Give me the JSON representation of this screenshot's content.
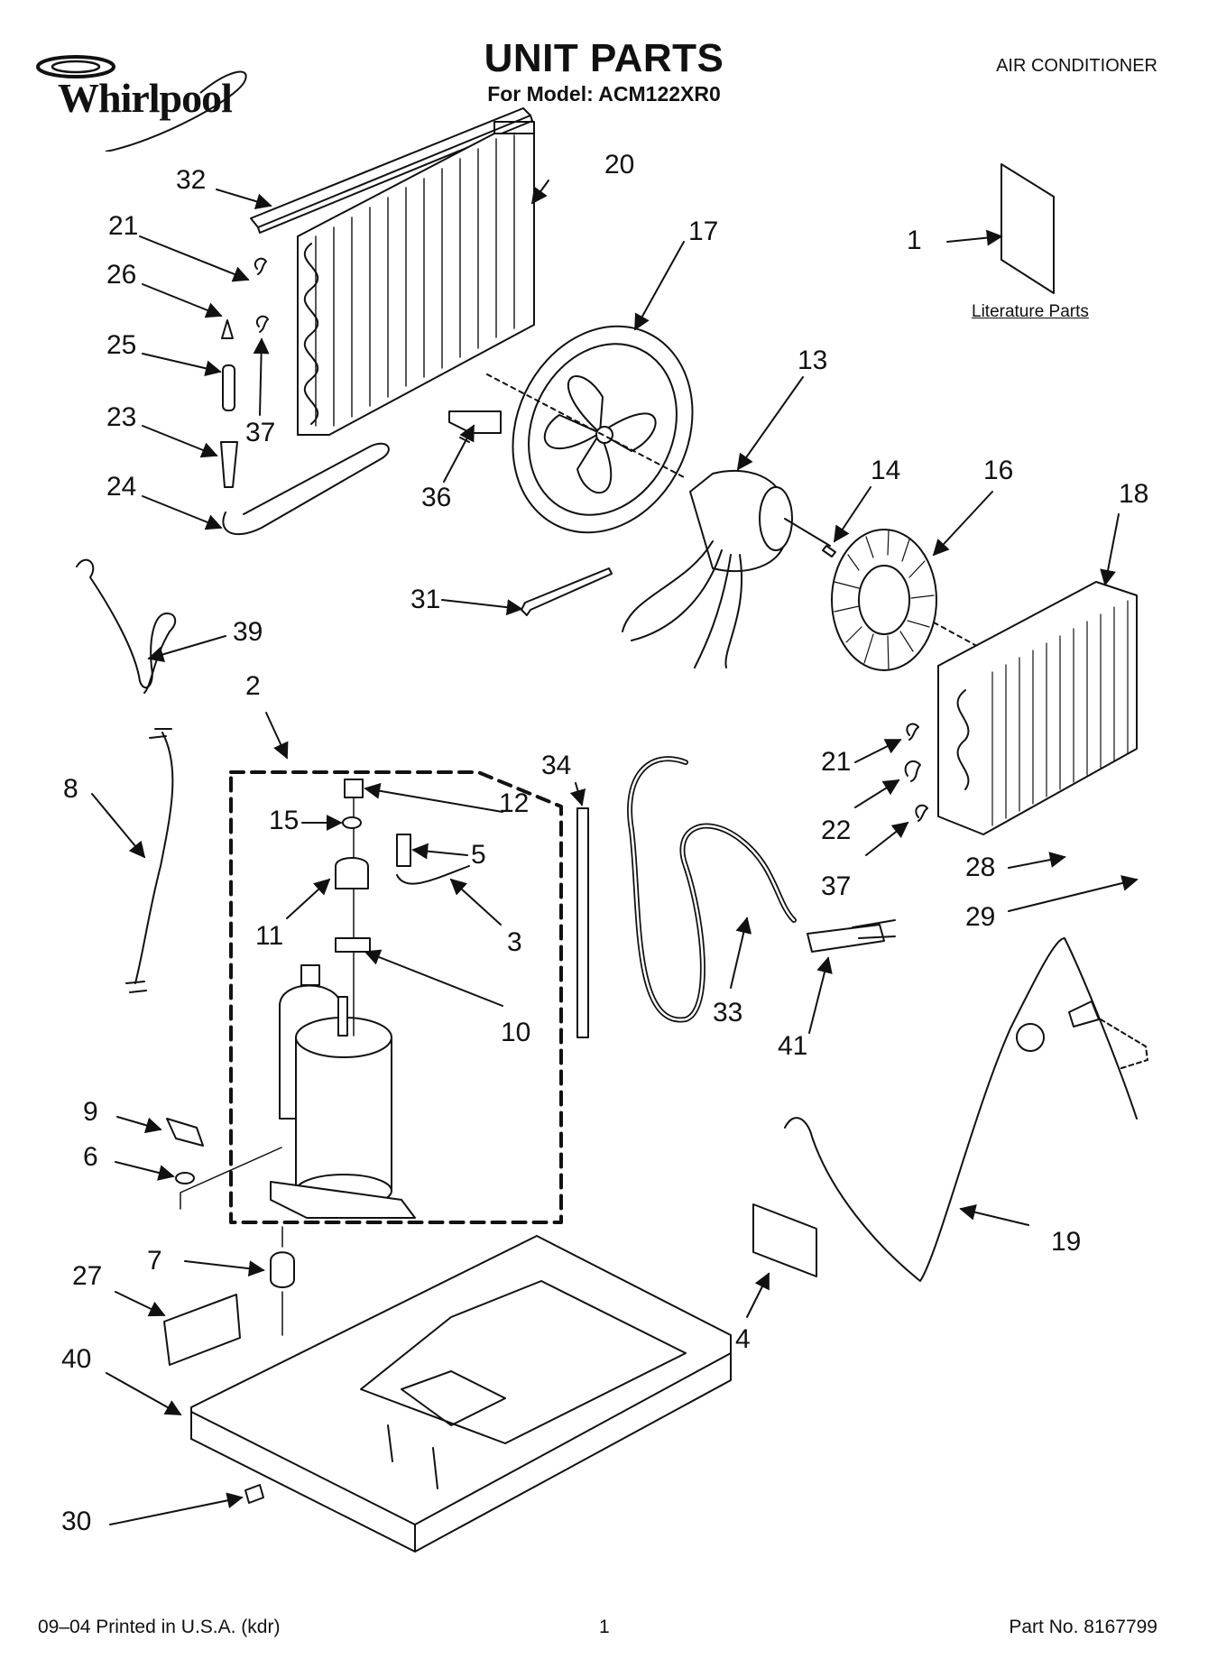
{
  "header": {
    "brand": "Whirlpool",
    "title": "UNIT PARTS",
    "subtitle": "For Model: ACM122XR0",
    "category": "AIR CONDITIONER"
  },
  "literature_label": "Literature Parts",
  "callouts": {
    "c1": "1",
    "c2": "2",
    "c3": "3",
    "c4": "4",
    "c5": "5",
    "c6": "6",
    "c7": "7",
    "c8": "8",
    "c9": "9",
    "c10": "10",
    "c11": "11",
    "c12": "12",
    "c13": "13",
    "c14": "14",
    "c15": "15",
    "c16": "16",
    "c17": "17",
    "c18": "18",
    "c19": "19",
    "c20": "20",
    "c21a": "21",
    "c21b": "21",
    "c22": "22",
    "c23": "23",
    "c24": "24",
    "c25": "25",
    "c26": "26",
    "c27": "27",
    "c28": "28",
    "c29": "29",
    "c30": "30",
    "c31": "31",
    "c32": "32",
    "c33": "33",
    "c34": "34",
    "c36": "36",
    "c37a": "37",
    "c37b": "37",
    "c39": "39",
    "c40": "40",
    "c41": "41"
  },
  "footer": {
    "printed": "09–04 Printed in U.S.A. (kdr)",
    "page": "1",
    "part_no": "Part No. 8167799"
  }
}
